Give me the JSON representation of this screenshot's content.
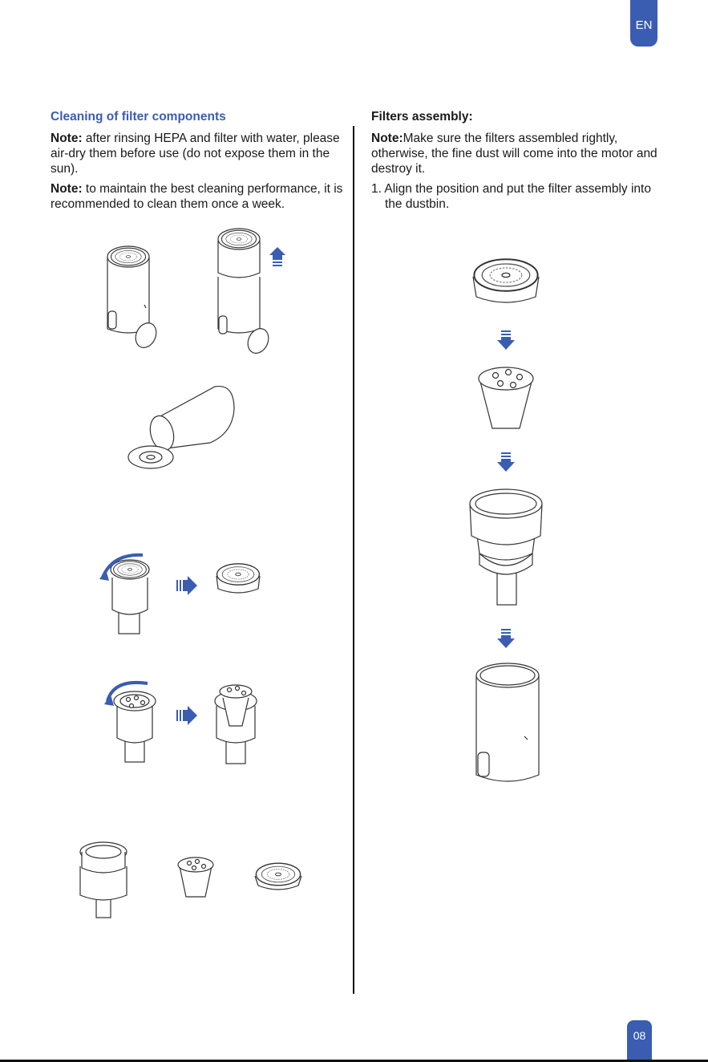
{
  "header": {
    "lang_tab": "EN"
  },
  "footer": {
    "page_number": "08"
  },
  "left": {
    "heading": "Cleaning of filter components",
    "note1_label": "Note:",
    "note1_text": " after rinsing HEPA and filter with water, please air-dry them before use (do not expose them in the sun).",
    "note2_label": "Note:",
    "note2_text": " to maintain the best cleaning performance, it is recommended to clean them once a week."
  },
  "right": {
    "heading": "Filters assembly:",
    "note_label": "Note:",
    "note_text": "Make sure the filters assembled rightly, otherwise, the fine dust will come into the motor and destroy it.",
    "step1": "1. Align the position and put the filter assembly into the dustbin."
  },
  "colors": {
    "accent": "#3a5db2",
    "line": "#333333"
  },
  "icons": [
    "up-arrow-icon",
    "right-arrow-icon",
    "down-arrow-icon",
    "rotate-arrow-icon"
  ]
}
